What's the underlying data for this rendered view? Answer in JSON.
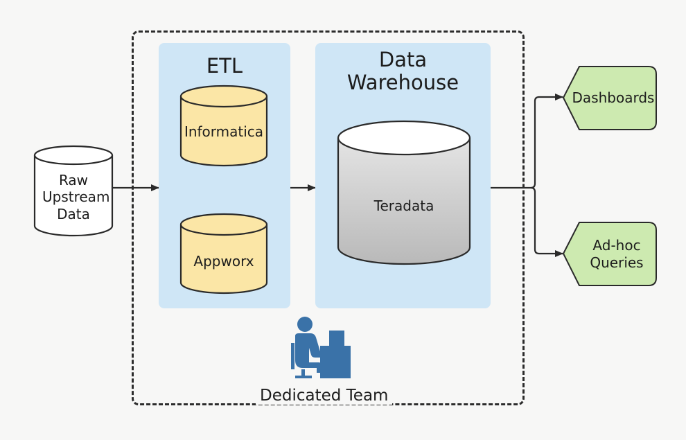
{
  "source": {
    "label": "Raw Upstream Data"
  },
  "etl": {
    "title": "ETL",
    "tools": [
      "Informatica",
      "Appworx"
    ]
  },
  "warehouse": {
    "title": "Data Warehouse",
    "engine": "Teradata"
  },
  "team": {
    "label": "Dedicated Team"
  },
  "outputs": [
    "Dashboards",
    "Ad-hoc Queries"
  ],
  "colors": {
    "panel": "#cfe6f6",
    "etl_cylinder": "#fbe6a6",
    "output": "#cdeab0",
    "team_icon": "#3a72a8",
    "warehouse_cylinder_top": "#ffffff",
    "warehouse_cylinder_body": "#c9c9c9"
  }
}
